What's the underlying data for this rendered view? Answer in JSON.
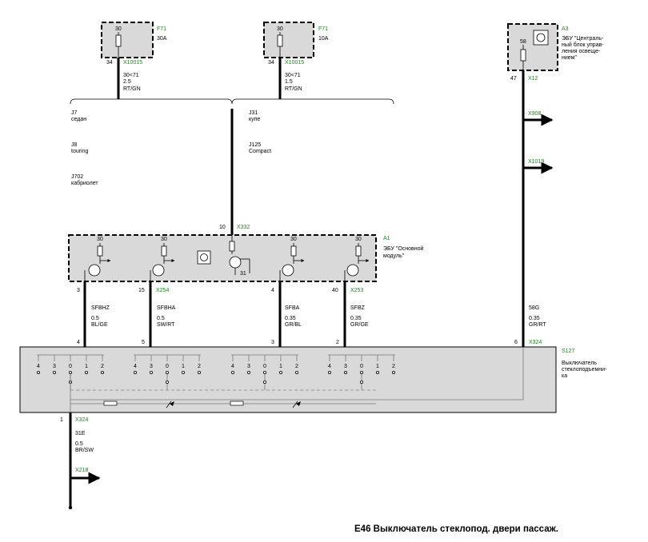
{
  "title": "E46 Выключатель стеклопод. двери пассаж.",
  "fuses": [
    {
      "id": "F71",
      "rating": "30A",
      "terminal": "30",
      "pin": "34",
      "connector": "X10015",
      "wire_code": "30<71",
      "cross_section": "2.5",
      "color": "RT/GN"
    },
    {
      "id": "F71",
      "rating": "10A",
      "terminal": "30",
      "pin": "34",
      "connector": "X10015",
      "wire_code": "30<71",
      "cross_section": "1.5",
      "color": "RT/GN"
    }
  ],
  "variants_left": [
    {
      "code": "J7",
      "name": "седан"
    },
    {
      "code": "J8",
      "name": "touring"
    },
    {
      "code": "J702",
      "name": "кабриолет"
    }
  ],
  "variants_right": [
    {
      "code": "J31",
      "name": "купе"
    },
    {
      "code": "J125",
      "name": "Compact"
    }
  ],
  "a3": {
    "id": "A3",
    "desc": [
      "ЭБУ \"Централь-",
      "ный блок управ-",
      "ления освеще-",
      "нием\""
    ],
    "terminal": "58",
    "pin": "47",
    "connector": "X12"
  },
  "branches": [
    {
      "connector": "X908"
    },
    {
      "connector": "X1019"
    }
  ],
  "x332": {
    "pin": "10",
    "connector": "X332"
  },
  "a1": {
    "id": "A1",
    "desc": [
      "ЭБУ \"Основной",
      "модуль\""
    ],
    "terminal_30": "30",
    "ground": "31"
  },
  "a1_pins": [
    {
      "pin": "3",
      "connector": ""
    },
    {
      "pin": "15",
      "connector": "X254"
    },
    {
      "pin": "4",
      "connector": ""
    },
    {
      "pin": "40",
      "connector": "X253"
    }
  ],
  "wires": [
    {
      "name": "SFBHZ",
      "cross_section": "0.5",
      "color": "BL/GE",
      "s127_pin": "4"
    },
    {
      "name": "SFBHA",
      "cross_section": "0.5",
      "color": "SW/RT",
      "s127_pin": "5"
    },
    {
      "name": "SFBA",
      "cross_section": "0.35",
      "color": "GR/BL",
      "s127_pin": "3"
    },
    {
      "name": "SFBZ",
      "cross_section": "0.35",
      "color": "GR/GE",
      "s127_pin": "2"
    },
    {
      "name": "58G",
      "cross_section": "0.35",
      "color": "GR/RT",
      "s127_pin": "6",
      "connector": "X324"
    }
  ],
  "s127": {
    "id": "S127",
    "desc": [
      "Выключатель",
      "стеклоподъемни-",
      "ка"
    ],
    "positions": [
      "4",
      "3",
      "0",
      "1",
      "2"
    ]
  },
  "bottom": {
    "pin": "1",
    "connector": "X324",
    "name": "31E",
    "cross_section": "0.5",
    "color": "BR/SW",
    "branch": "X218"
  }
}
